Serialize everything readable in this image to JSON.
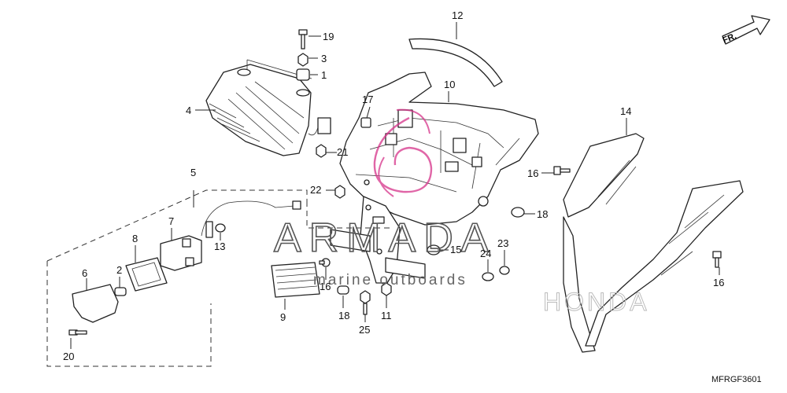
{
  "diagram": {
    "direction_label": "FR.",
    "watermark_title": "ARMADA",
    "watermark_subtitle": "marine outboards",
    "fairing_logo": "HONDA",
    "figure_code": "MFRGF3601",
    "callouts": [
      "19",
      "3",
      "1",
      "4",
      "12",
      "10",
      "17",
      "21",
      "22",
      "18",
      "14",
      "16",
      "16",
      "15",
      "24",
      "23",
      "16",
      "18",
      "25",
      "11",
      "9",
      "5",
      "7",
      "8",
      "2",
      "6",
      "20",
      "13"
    ]
  }
}
